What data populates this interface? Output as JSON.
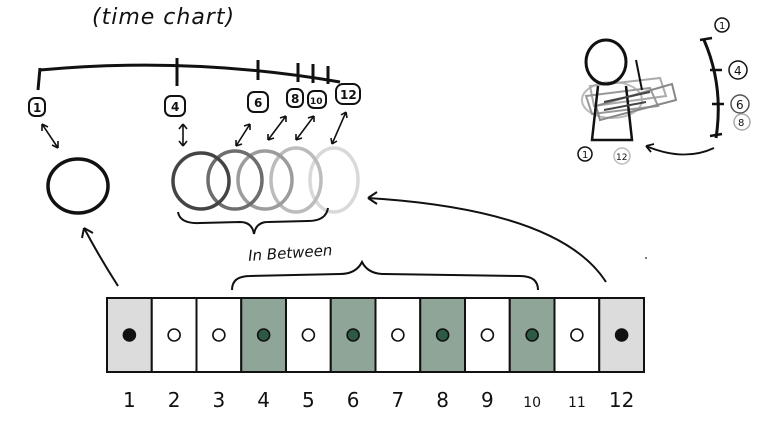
{
  "title": "(time chart)",
  "in_between_label": "In Between",
  "timeline": {
    "keys": [
      "1",
      "4",
      "6",
      "8",
      "10",
      "12"
    ]
  },
  "bar": {
    "frames": [
      {
        "label": "1",
        "type": "key"
      },
      {
        "label": "2",
        "type": "plain"
      },
      {
        "label": "3",
        "type": "plain"
      },
      {
        "label": "4",
        "type": "green"
      },
      {
        "label": "5",
        "type": "plain"
      },
      {
        "label": "6",
        "type": "green"
      },
      {
        "label": "7",
        "type": "plain"
      },
      {
        "label": "8",
        "type": "green"
      },
      {
        "label": "9",
        "type": "plain"
      },
      {
        "label": "10",
        "type": "green"
      },
      {
        "label": "11",
        "type": "plain"
      },
      {
        "label": "12",
        "type": "key"
      }
    ]
  },
  "sketch": {
    "marks": [
      "1",
      "4",
      "6",
      "8"
    ],
    "bottom_labels": [
      "1",
      "12"
    ]
  },
  "colors": {
    "ink": "#111111",
    "key_fill": "#dcdcdc",
    "green_fill": "#8ea597",
    "green_dot": "#2e5a44",
    "white": "#ffffff"
  }
}
